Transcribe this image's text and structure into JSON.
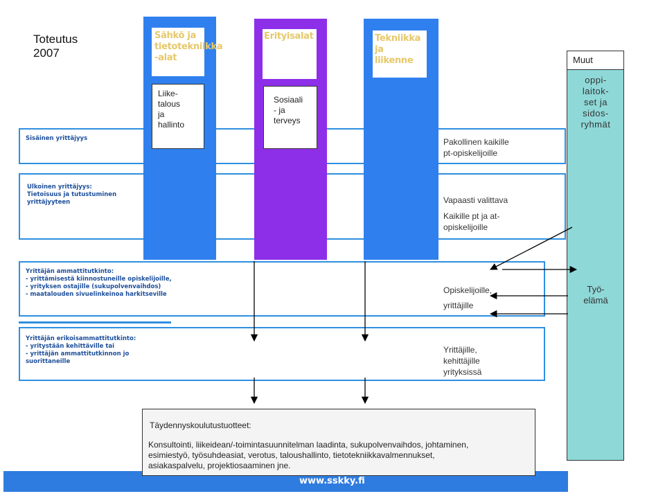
{
  "title": {
    "line1": "Toteutus",
    "line2": "2007"
  },
  "columns": {
    "sahko_header": "Sähkö ja\ntietotekniikka\n-alat",
    "erityisalat_header": "Erityisalat",
    "tekniikka_header": "Tekniikka ja\nliikenne",
    "liiketalous": "Liike-\ntalous\nja\nhallinto",
    "sosiaali": "Sosiaali\n- ja\nterveys"
  },
  "muut": {
    "title": "Muut",
    "body": "oppi-\nlaitok-\nset ja\nsidos-\nryhmät"
  },
  "tyoelama": "Työ-\nelämä",
  "bands": {
    "sisainen": "Sisäinen yrittäjyys",
    "ulkoinen": "Ulkoinen yrittäjyys:\nTietoisuus ja tutustuminen\nyrittäjyyteen",
    "ammatti": "Yrittäjän ammattitutkinto:\n- yrittämisestä kiinnostuneille opiskelijoille,\n- yrityksen ostajille (sukupolvenvaihdos)\n- maatalouden sivuelinkeinoa harkitseville",
    "erikois": "Yrittäjän erikoisammattitutkinto:\n- yritystään kehittäville tai\n- yrittäjän ammattitutkinnon jo\nsuorittaneille"
  },
  "labels": {
    "pakollinen": "Pakollinen kaikille\npt-opiskelijoille",
    "vapaasti_title": "Vapaasti valittava",
    "vapaasti_body": "Kaikille pt ja at-\nopiskelijoille",
    "opiskelijoille": "Opiskelijoille,\nyrittäjille",
    "yrittajille": "Yrittäjille,\nkehittäjille\nyrityksissä"
  },
  "taydennys": {
    "title": "Täydennyskoulutustuotteet:",
    "body": "Konsultointi, liikeidean/-toimintasuunnitelman laadinta, sukupolvenvaihdos, johtaminen,\nesimiestyö, työsuhdeasiat, verotus, taloushallinto, tietotekniikkavalmennukset,\nasiakaspalvelu, projektiosaaminen jne."
  },
  "footer": {
    "url": "www.sskky.fi"
  },
  "colors": {
    "blue": "#2f80ee",
    "purple": "#8d2fe8",
    "teal": "#8fd8d8",
    "band_border": "#2e8fe0"
  }
}
